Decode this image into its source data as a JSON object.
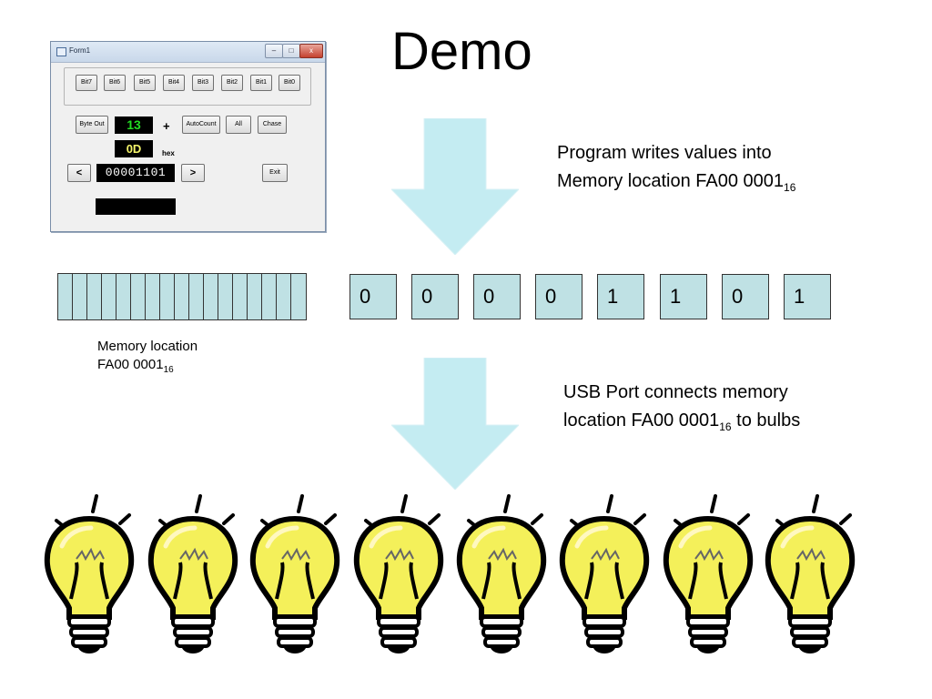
{
  "slide": {
    "title": "Demo"
  },
  "form_window": {
    "title": "Form1",
    "min_symbol": "–",
    "max_symbol": "□",
    "close_symbol": "x",
    "bit_buttons": [
      "Bit7",
      "Bit6",
      "Bit5",
      "Bit4",
      "Bit3",
      "Bit2",
      "Bit1",
      "Bit0"
    ],
    "byte_out_label": "Byte Out",
    "count_value": "13",
    "plus_label": "+",
    "autocount_label": "AutoCount",
    "all_label": "All",
    "chase_label": "Chase",
    "hex_value": "0D",
    "hex_label": "hex",
    "left_label": "<",
    "binary_value": "00001101",
    "right_label": ">",
    "exit_label": "Exit"
  },
  "program_caption": {
    "line1": "Program writes values into",
    "line2_prefix": "Memory location FA00 0001",
    "line2_subscript": "16"
  },
  "memory_caption": {
    "line1": "Memory location",
    "line2_prefix": "FA00 0001",
    "line2_subscript": "16"
  },
  "usb_caption": {
    "line1": "USB Port connects memory",
    "line2_prefix": "location  FA00 0001",
    "line2_subscript": "16",
    "line2_suffix": " to bulbs"
  },
  "bits": [
    "0",
    "0",
    "0",
    "0",
    "1",
    "1",
    "0",
    "1"
  ],
  "colors": {
    "arrow_fill": "#c4ecf2",
    "cell_fill": "#bfe1e4",
    "bulb_glass": "#f4f05a",
    "lcd_green": "#22dd22",
    "lcd_yellow": "#f5f56a"
  },
  "icons": {
    "arrow": "down-arrow-icon",
    "bulb": "light-bulb-icon"
  }
}
